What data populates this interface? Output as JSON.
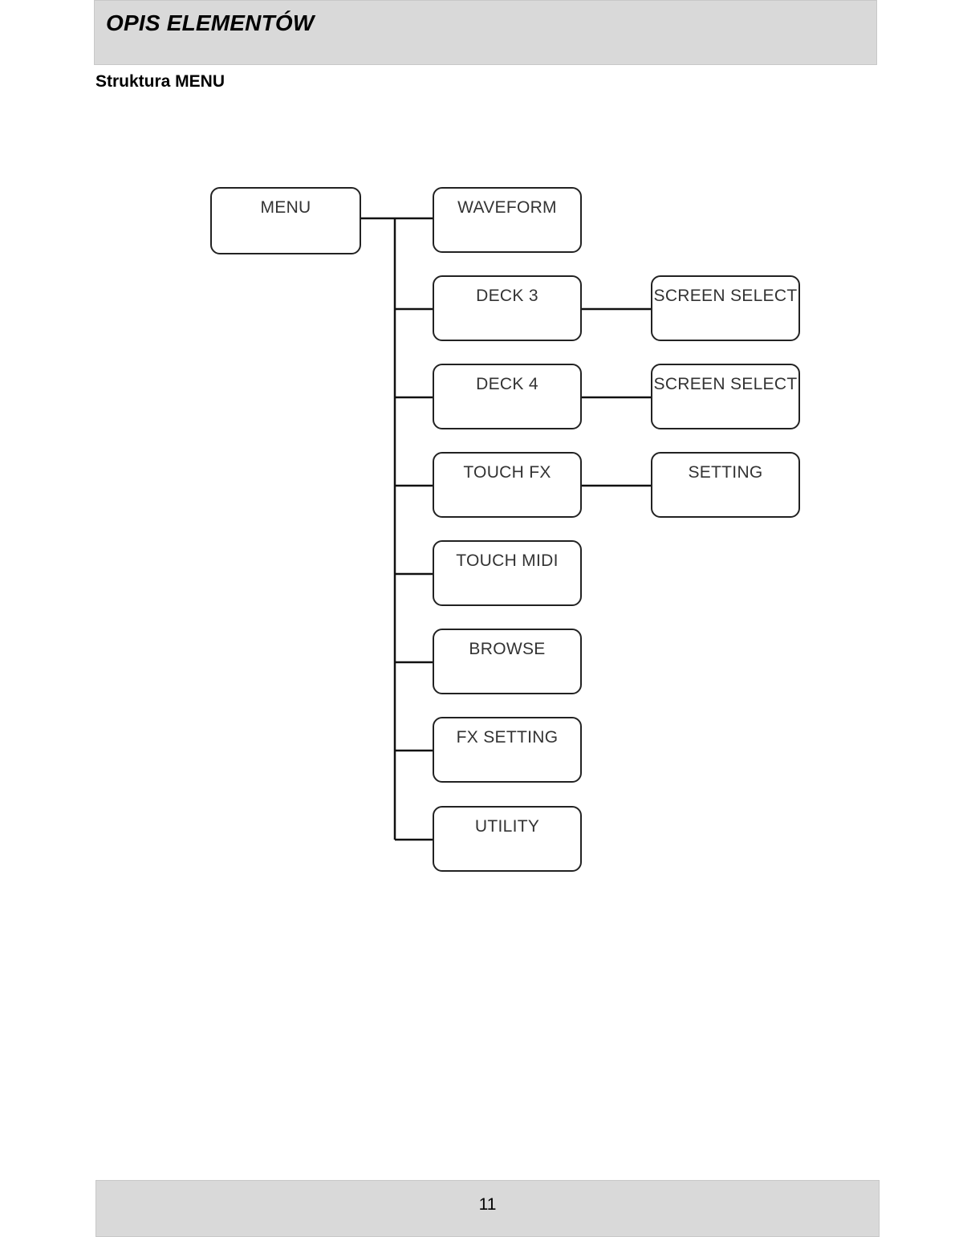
{
  "header": {
    "title": "OPIS ELEMENTÓW"
  },
  "section": {
    "title": "Struktura MENU"
  },
  "diagram": {
    "root": "MENU",
    "items": [
      {
        "label": "WAVEFORM",
        "child": ""
      },
      {
        "label": "DECK 3",
        "child": "SCREEN SELECT"
      },
      {
        "label": "DECK 4",
        "child": "SCREEN SELECT"
      },
      {
        "label": "TOUCH FX",
        "child": "SETTING"
      },
      {
        "label": "TOUCH MIDI",
        "child": ""
      },
      {
        "label": "BROWSE",
        "child": ""
      },
      {
        "label": "FX SETTING",
        "child": ""
      },
      {
        "label": "UTILITY",
        "child": ""
      }
    ]
  },
  "footer": {
    "page_number": "11"
  }
}
